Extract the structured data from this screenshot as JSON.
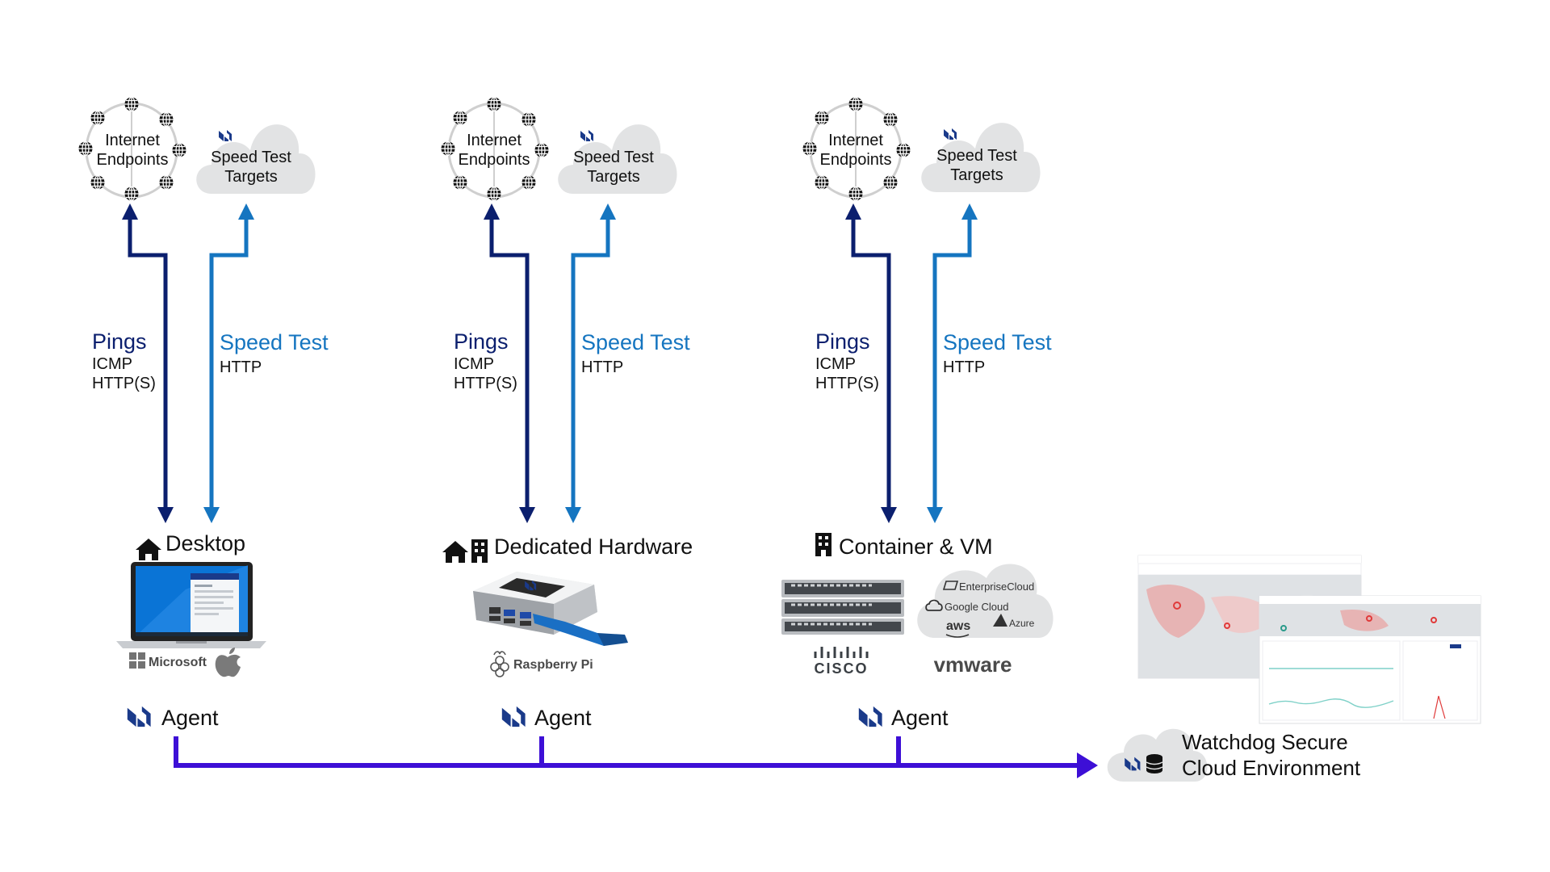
{
  "colors": {
    "ping": "#0b1f6e",
    "speed": "#1575c0",
    "agent_bus": "#3d0fd6",
    "cloud": "#e2e3e4",
    "brand_icon": "#1a3a8a"
  },
  "columns": [
    {
      "endpoints_line1": "Internet",
      "endpoints_line2": "Endpoints",
      "speed_target_line1": "Speed Test",
      "speed_target_line2": "Targets",
      "pings_title": "Pings",
      "pings_proto1": "ICMP",
      "pings_proto2": "HTTP(S)",
      "speed_title": "Speed Test",
      "speed_proto": "HTTP",
      "device_label": "Desktop",
      "device_icons": [
        "home-icon"
      ],
      "brands": [
        "Microsoft",
        "apple-logo"
      ],
      "agent_label": "Agent"
    },
    {
      "endpoints_line1": "Internet",
      "endpoints_line2": "Endpoints",
      "speed_target_line1": "Speed Test",
      "speed_target_line2": "Targets",
      "pings_title": "Pings",
      "pings_proto1": "ICMP",
      "pings_proto2": "HTTP(S)",
      "speed_title": "Speed Test",
      "speed_proto": "HTTP",
      "device_label": "Dedicated Hardware",
      "device_icons": [
        "home-icon",
        "building-icon"
      ],
      "brands": [
        "Raspberry Pi"
      ],
      "agent_label": "Agent"
    },
    {
      "endpoints_line1": "Internet",
      "endpoints_line2": "Endpoints",
      "speed_target_line1": "Speed Test",
      "speed_target_line2": "Targets",
      "pings_title": "Pings",
      "pings_proto1": "ICMP",
      "pings_proto2": "HTTP(S)",
      "speed_title": "Speed Test",
      "speed_proto": "HTTP",
      "device_label": "Container & VM",
      "device_icons": [
        "building-icon"
      ],
      "brands": [
        "CISCO",
        "vmware"
      ],
      "agent_label": "Agent"
    }
  ],
  "cloud_providers": [
    "EnterpriseCloud",
    "Google Cloud",
    "aws",
    "Azure"
  ],
  "watchdog": {
    "line1": "Watchdog Secure",
    "line2": "Cloud Environment"
  }
}
